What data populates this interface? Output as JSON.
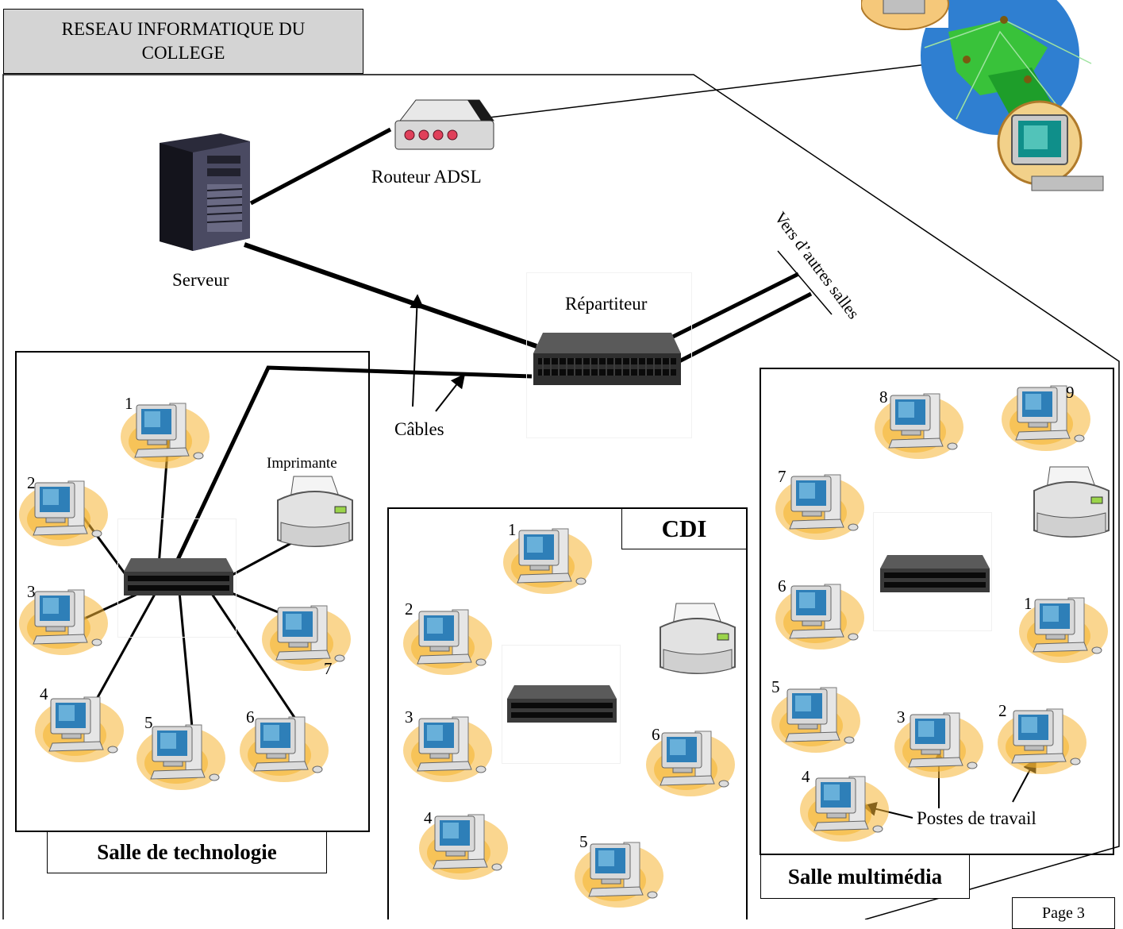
{
  "title": "RESEAU INFORMATIQUE DU COLLEGE",
  "labels": {
    "server": "Serveur",
    "router": "Routeur ADSL",
    "dispatcher": "Répartiteur",
    "other_rooms": "Vers d’autres salles",
    "cables": "Câbles",
    "printer": "Imprimante",
    "workstations": "Postes de travail",
    "page": "Page 3"
  },
  "rooms": {
    "tech": {
      "name": "Salle de technologie",
      "pcs": [
        "1",
        "2",
        "3",
        "4",
        "5",
        "6",
        "7"
      ]
    },
    "cdi": {
      "name": "CDI",
      "pcs": [
        "1",
        "2",
        "3",
        "4",
        "5",
        "6"
      ]
    },
    "multimedia": {
      "name": "Salle multimédia",
      "pcs": [
        "1",
        "2",
        "3",
        "4",
        "5",
        "6",
        "7",
        "8",
        "9"
      ]
    }
  },
  "colors": {
    "title_bg": "#d4d4d4",
    "switch": "#3a3a3a",
    "monitor": "#2e7fb8",
    "halo": "#f5b533",
    "globe": "#2f7fd1",
    "continent": "#39c23a"
  }
}
